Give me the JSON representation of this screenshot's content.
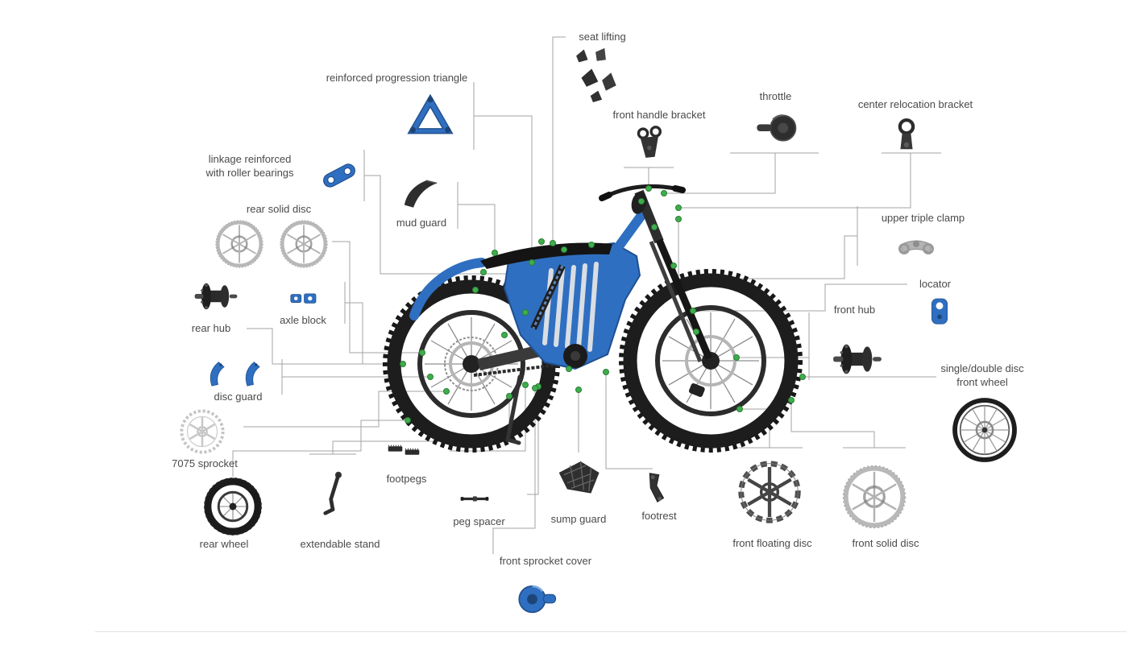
{
  "diagram": {
    "subject": "electric dirt bike exploded parts diagram",
    "colors": {
      "frame_accent": "#2f6fc1",
      "connection_marker": "#3fae4c",
      "leader_line": "#a3a3a3",
      "label_text": "#4a4a4a"
    },
    "bike": {
      "description": "blue electric dirt bike with black wheels and green connection markers"
    },
    "parts": [
      {
        "id": "seat-lifting",
        "label": "seat lifting",
        "image": "seat-lifting-brackets-image"
      },
      {
        "id": "reinforced-progression-triangle",
        "label": "reinforced progression triangle",
        "image": "blue-triangle-linkage-image"
      },
      {
        "id": "front-handle-bracket",
        "label": "front handle bracket",
        "image": "handle-bracket-image"
      },
      {
        "id": "throttle",
        "label": "throttle",
        "image": "throttle-housing-image"
      },
      {
        "id": "center-relocation-bracket",
        "label": "center relocation bracket",
        "image": "center-bracket-image"
      },
      {
        "id": "linkage-reinforced",
        "label": "linkage reinforced with roller bearings",
        "image": "blue-linkage-image"
      },
      {
        "id": "mud-guard",
        "label": "mud guard",
        "image": "mud-guard-image"
      },
      {
        "id": "rear-solid-disc",
        "label": "rear solid disc",
        "image": "brake-disc-pair-image"
      },
      {
        "id": "upper-triple-clamp",
        "label": "upper triple clamp",
        "image": "triple-clamp-image"
      },
      {
        "id": "rear-hub",
        "label": "rear hub",
        "image": "hub-image"
      },
      {
        "id": "axle-block",
        "label": "axle block",
        "image": "blue-axle-blocks-image"
      },
      {
        "id": "locator",
        "label": "locator",
        "image": "blue-locator-image"
      },
      {
        "id": "front-hub",
        "label": "front hub",
        "image": "hub-image"
      },
      {
        "id": "disc-guard",
        "label": "disc guard",
        "image": "blue-disc-guard-pair-image"
      },
      {
        "id": "single-double-disc-front-wheel",
        "label": "single/double disc front wheel",
        "image": "spoked-wheel-image"
      },
      {
        "id": "sprocket-7075",
        "label": "7075 sprocket",
        "image": "sprocket-image"
      },
      {
        "id": "footpegs",
        "label": "footpegs",
        "image": "footpegs-image"
      },
      {
        "id": "peg-spacer",
        "label": "peg spacer",
        "image": "peg-spacer-rod-image"
      },
      {
        "id": "sump-guard",
        "label": "sump guard",
        "image": "sump-guard-image"
      },
      {
        "id": "footrest",
        "label": "footrest",
        "image": "footrest-bracket-image"
      },
      {
        "id": "rear-wheel",
        "label": "rear wheel",
        "image": "black-wheel-image"
      },
      {
        "id": "extendable-stand",
        "label": "extendable stand",
        "image": "kickstand-image"
      },
      {
        "id": "front-floating-disc",
        "label": "front floating disc",
        "image": "floating-disc-image"
      },
      {
        "id": "front-solid-disc",
        "label": "front solid disc",
        "image": "brake-disc-image"
      },
      {
        "id": "front-sprocket-cover",
        "label": "front sprocket cover",
        "image": "blue-sprocket-cover-image"
      }
    ]
  }
}
